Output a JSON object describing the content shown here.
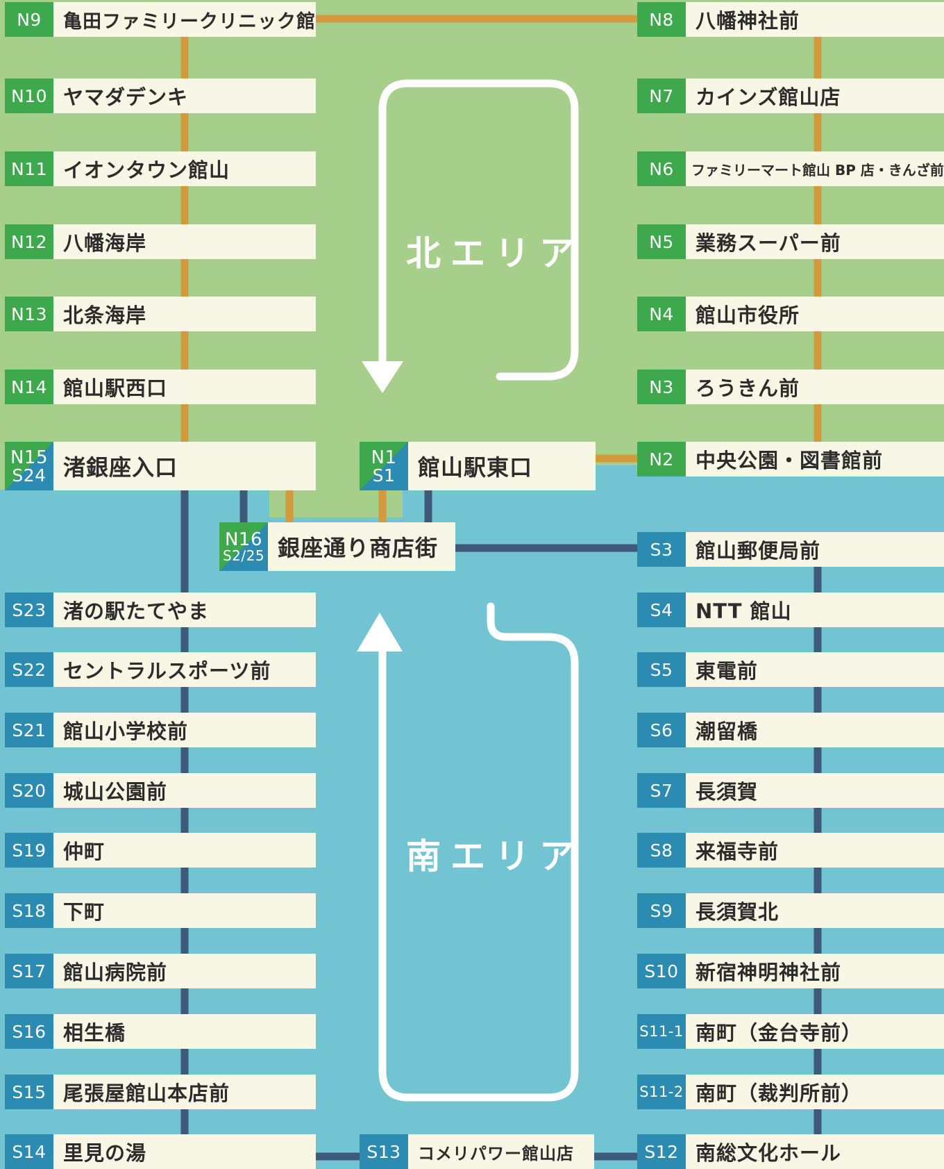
{
  "areas": {
    "north": {
      "label": "北エリア",
      "color": "#a7cf8c"
    },
    "south": {
      "label": "南エリア",
      "color": "#73c4d3"
    }
  },
  "colors": {
    "north_line": "#d29a3d",
    "south_line": "#3d5a7a",
    "north_code": "#3ea84c",
    "south_code": "#2b8bb0",
    "name_bg": "#f8f6e4"
  },
  "stops": {
    "n1": {
      "code1": "N1",
      "code2": "S1",
      "name": "館山駅東口"
    },
    "n2": {
      "code": "N2",
      "name": "中央公園・図書館前"
    },
    "n3": {
      "code": "N3",
      "name": "ろうきん前"
    },
    "n4": {
      "code": "N4",
      "name": "館山市役所"
    },
    "n5": {
      "code": "N5",
      "name": "業務スーパー前"
    },
    "n6": {
      "code": "N6",
      "name": "ファミリーマート館山 BP 店・きんざ前"
    },
    "n7": {
      "code": "N7",
      "name": "カインズ館山店"
    },
    "n8": {
      "code": "N8",
      "name": "八幡神社前"
    },
    "n9": {
      "code": "N9",
      "name": "亀田ファミリークリニック館山"
    },
    "n10": {
      "code": "N10",
      "name": "ヤマダデンキ"
    },
    "n11": {
      "code": "N11",
      "name": "イオンタウン館山"
    },
    "n12": {
      "code": "N12",
      "name": "八幡海岸"
    },
    "n13": {
      "code": "N13",
      "name": "北条海岸"
    },
    "n14": {
      "code": "N14",
      "name": "館山駅西口"
    },
    "n15": {
      "code1": "N15",
      "code2": "S24",
      "name": "渚銀座入口"
    },
    "n16": {
      "code1": "N16",
      "code2": "S2/25",
      "name": "銀座通り商店街"
    },
    "s3": {
      "code": "S3",
      "name": "館山郵便局前"
    },
    "s4": {
      "code": "S4",
      "name": "NTT 館山"
    },
    "s5": {
      "code": "S5",
      "name": "東電前"
    },
    "s6": {
      "code": "S6",
      "name": "潮留橋"
    },
    "s7": {
      "code": "S7",
      "name": "長須賀"
    },
    "s8": {
      "code": "S8",
      "name": "来福寺前"
    },
    "s9": {
      "code": "S9",
      "name": "長須賀北"
    },
    "s10": {
      "code": "S10",
      "name": "新宿神明神社前"
    },
    "s11_1": {
      "code": "S11-1",
      "name": "南町（金台寺前）"
    },
    "s11_2": {
      "code": "S11-2",
      "name": "南町（裁判所前）"
    },
    "s12": {
      "code": "S12",
      "name": "南総文化ホール"
    },
    "s13": {
      "code": "S13",
      "name": "コメリパワー館山店"
    },
    "s14": {
      "code": "S14",
      "name": "里見の湯"
    },
    "s15": {
      "code": "S15",
      "name": "尾張屋館山本店前"
    },
    "s16": {
      "code": "S16",
      "name": "相生橋"
    },
    "s17": {
      "code": "S17",
      "name": "館山病院前"
    },
    "s18": {
      "code": "S18",
      "name": "下町"
    },
    "s19": {
      "code": "S19",
      "name": "仲町"
    },
    "s20": {
      "code": "S20",
      "name": "城山公園前"
    },
    "s21": {
      "code": "S21",
      "name": "館山小学校前"
    },
    "s22": {
      "code": "S22",
      "name": "セントラルスポーツ前"
    },
    "s23": {
      "code": "S23",
      "name": "渚の駅たてやま"
    }
  }
}
